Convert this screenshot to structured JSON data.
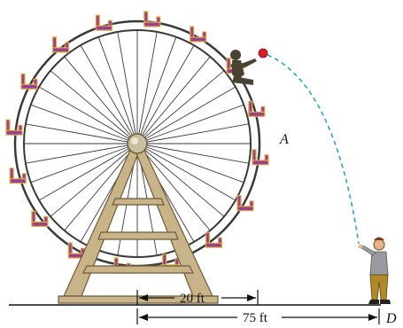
{
  "figure": {
    "labels": {
      "point_a": "A",
      "point_d": "D"
    },
    "dimensions": {
      "inner": "20 ft",
      "outer": "75 ft"
    },
    "colors": {
      "wheel_stroke": "#3a3a3a",
      "seat_fill": "#9b3f93",
      "seat_edge": "#e0b23a",
      "frame_fill": "#c9b48a",
      "frame_edge": "#6e5a38",
      "ball_fill": "#d4202a",
      "trajectory_stroke": "#2aa3cf",
      "ground_stroke": "#111111"
    },
    "icons": {
      "ball": "ball-icon",
      "person_rider": "rider-person-icon",
      "person_catcher": "catcher-person-icon"
    }
  }
}
